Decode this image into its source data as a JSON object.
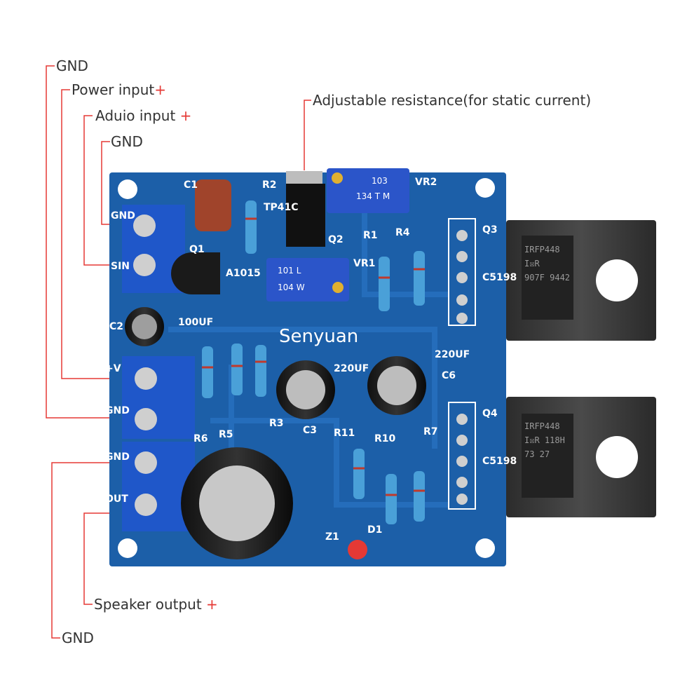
{
  "callouts": {
    "gnd_top": "GND",
    "power_input": "Power input",
    "audio_input": "Aduio input",
    "gnd_signal": "GND",
    "adjustable": "Adjustable resistance(for static current)",
    "speaker_output": "Speaker output",
    "gnd_bottom": "GND",
    "plus": "+"
  },
  "board": {
    "brand": "Senyuan",
    "colors": {
      "pcb": "#1c5fa8",
      "terminal": "#1f57c9",
      "heatsink": "#3a3a3a",
      "leader_line": "#e53935"
    },
    "labels": {
      "c1": "C1",
      "r2": "R2",
      "tp41c": "TP41C",
      "q2": "Q2",
      "q1": "Q1",
      "a1015": "A1015",
      "vr1": "VR1",
      "vr2": "VR2",
      "r1": "R1",
      "r4": "R4",
      "q3": "Q3",
      "q4": "Q4",
      "c5198_top": "C5198",
      "c5198_bot": "C5198",
      "c2": "C2",
      "c2_val": "100UF",
      "c3": "C3",
      "c3_val": "220UF",
      "c6": "C6",
      "c6_val": "220UF",
      "r3": "R3",
      "r5": "R5",
      "r6": "R6",
      "r7": "R7",
      "r10": "R10",
      "r11": "R11",
      "z1": "Z1",
      "d1": "D1",
      "gnd1": "GND",
      "sin": "SIN",
      "plus_v": "+V",
      "gnd2": "GND",
      "gnd3": "GND",
      "out": "OUT"
    },
    "trimmer_vr2": [
      "103",
      "134 T M"
    ],
    "trimmer_vr1": [
      "101 L",
      "104 W"
    ],
    "mosfet_top": [
      "IRFP448",
      "I☒R",
      "907F 9442"
    ],
    "mosfet_bot": [
      "IRFP448",
      "I☒R 118H",
      "73  27"
    ]
  }
}
